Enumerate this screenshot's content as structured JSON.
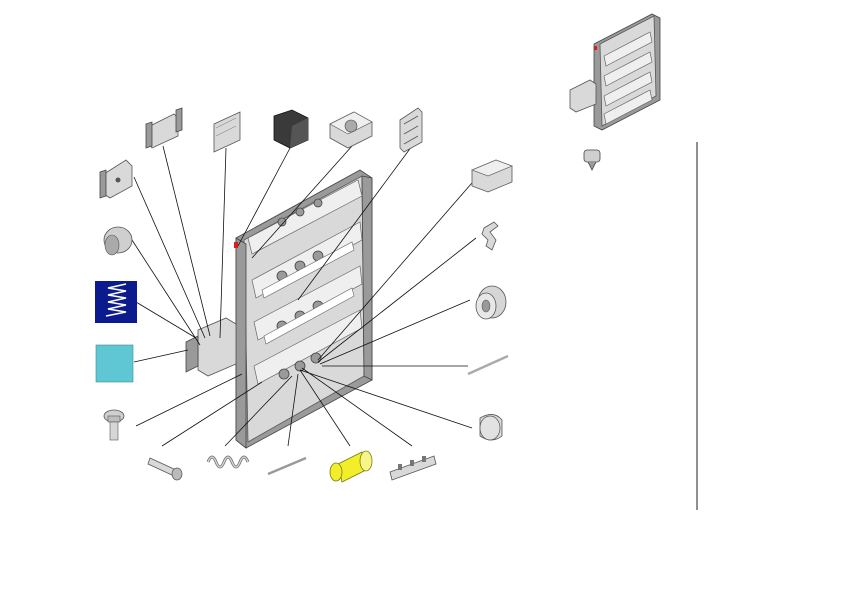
{
  "diagram": {
    "type": "exploded-parts-view",
    "colors": {
      "spring_tile": "#0b1a8c",
      "plain_tile": "#5fc7d4",
      "highlight_part": "#f2ef2a",
      "metal": "#d9d9d9",
      "leader_line": "#111111",
      "red_mark": "#d42020"
    },
    "parts": [
      "bracket-left",
      "bracket-top-1",
      "plate-top-2",
      "block-top-3",
      "fan-block-top-4",
      "rail-top-5",
      "knob",
      "spring-tile",
      "plain-tile",
      "screw",
      "bolt",
      "coil-spring",
      "pin",
      "sleeve-highlight",
      "contact-strip",
      "roller",
      "clip",
      "latch",
      "rod",
      "ring",
      "assembly-preview",
      "valve-detail"
    ]
  }
}
